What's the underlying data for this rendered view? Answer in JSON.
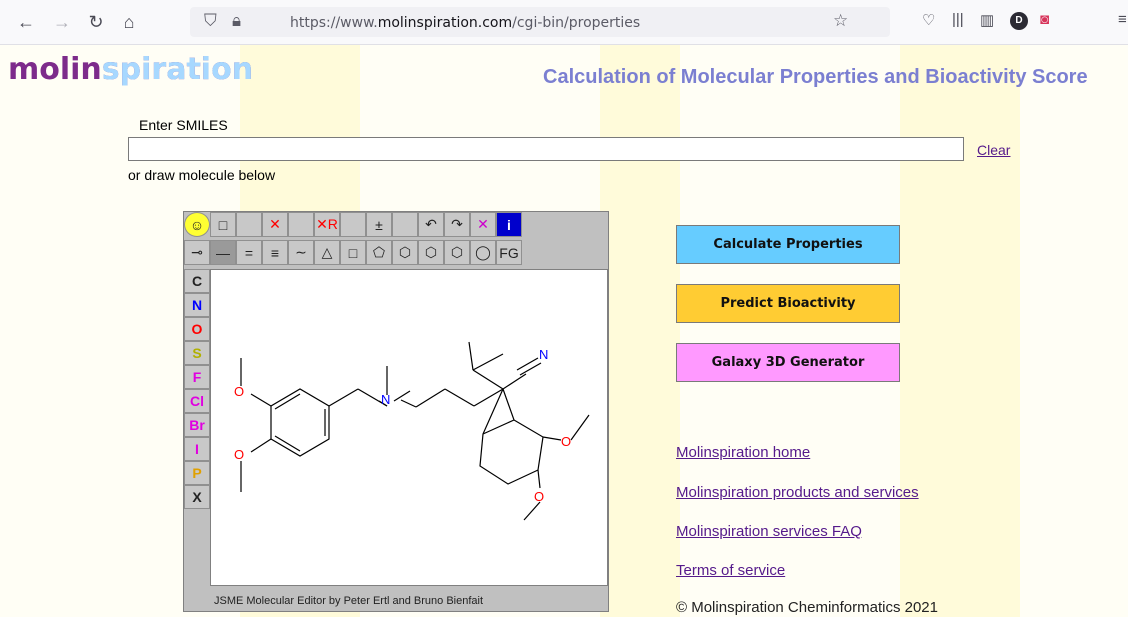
{
  "browser": {
    "url_prefix": "https://www.",
    "url_domain": "molinspiration.com",
    "url_path": "/cgi-bin/properties",
    "avatar_letter": "D"
  },
  "header": {
    "logo_part1": "molin",
    "logo_part2": "spir",
    "logo_part3": "ation",
    "title": "Calculation of Molecular Properties and Bioactivity Score"
  },
  "smiles": {
    "label": "Enter SMILES",
    "value": "",
    "clear_label": "Clear",
    "draw_label": "or draw molecule below"
  },
  "editor": {
    "top_row": [
      "☺",
      "□",
      "",
      "✕",
      "",
      "✕R",
      "",
      "±",
      "",
      "↶",
      "↷",
      "✕",
      "i"
    ],
    "bottom_row": [
      "⊸",
      "—",
      "=",
      "≡",
      "∼",
      "△",
      "□",
      "⬠",
      "⬡",
      "⬡",
      "⬡",
      "◯",
      "FG"
    ],
    "elements": [
      {
        "label": "C",
        "color": "#222222"
      },
      {
        "label": "N",
        "color": "#0000ff"
      },
      {
        "label": "O",
        "color": "#ff0000"
      },
      {
        "label": "S",
        "color": "#b0b000"
      },
      {
        "label": "F",
        "color": "#e000e0"
      },
      {
        "label": "Cl",
        "color": "#e000e0"
      },
      {
        "label": "Br",
        "color": "#e000e0"
      },
      {
        "label": "I",
        "color": "#e000e0"
      },
      {
        "label": "P",
        "color": "#e0a000"
      },
      {
        "label": "X",
        "color": "#222222"
      }
    ],
    "atoms": {
      "o": "O",
      "n": "N"
    },
    "footer": "JSME Molecular Editor by Peter Ertl and Bruno Bienfait"
  },
  "actions": [
    {
      "label": "Calculate Properties",
      "color": "#66ccff"
    },
    {
      "label": "Predict Bioactivity",
      "color": "#ffcc33"
    },
    {
      "label": "Galaxy 3D Generator",
      "color": "#ff99ff"
    }
  ],
  "links": [
    "Molinspiration home",
    "Molinspiration products and services",
    "Molinspiration services FAQ",
    "Terms of service"
  ],
  "copyright": "© Molinspiration Cheminformatics 2021"
}
